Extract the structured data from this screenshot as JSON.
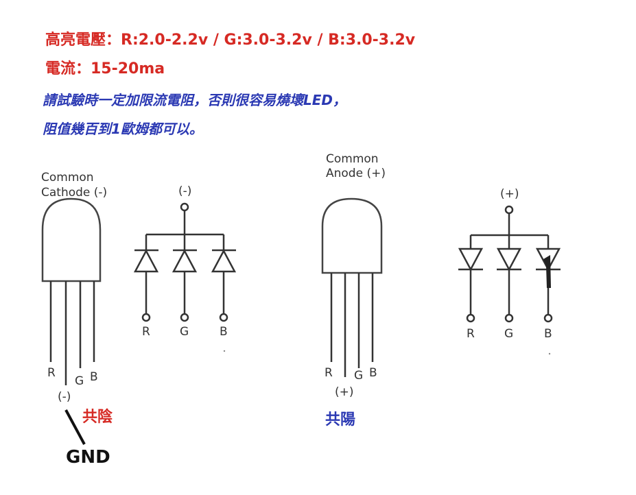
{
  "header": {
    "voltage_line": "高亮電壓：R:2.0-2.2v / G:3.0-3.2v / B:3.0-3.2v",
    "current_line": "電流：15-20ma",
    "note_line_1": "請試驗時一定加限流電阻，否則很容易燒壞LED，",
    "note_line_2": "阻值幾百到1歐姆都可以。"
  },
  "cathode_led": {
    "title_line_1": "Common",
    "title_line_2": "Cathode (-)",
    "pin_r": "R",
    "pin_g": "G",
    "pin_b": "B",
    "common_pin": "(-)",
    "chinese_label": "共陰",
    "gnd_label": "GND"
  },
  "cathode_schematic": {
    "common_label": "(-)",
    "pin_r": "R",
    "pin_g": "G",
    "pin_b": "B"
  },
  "anode_led": {
    "title_line_1": "Common",
    "title_line_2": "Anode (+)",
    "pin_r": "R",
    "pin_g": "G",
    "pin_b": "B",
    "common_pin": "(+)",
    "chinese_label": "共陽"
  },
  "anode_schematic": {
    "common_label": "(+)",
    "pin_r": "R",
    "pin_g": "G",
    "pin_b": "B"
  },
  "colors": {
    "red_text": "#d62a24",
    "blue_text": "#2b39b3",
    "line": "#333333"
  }
}
